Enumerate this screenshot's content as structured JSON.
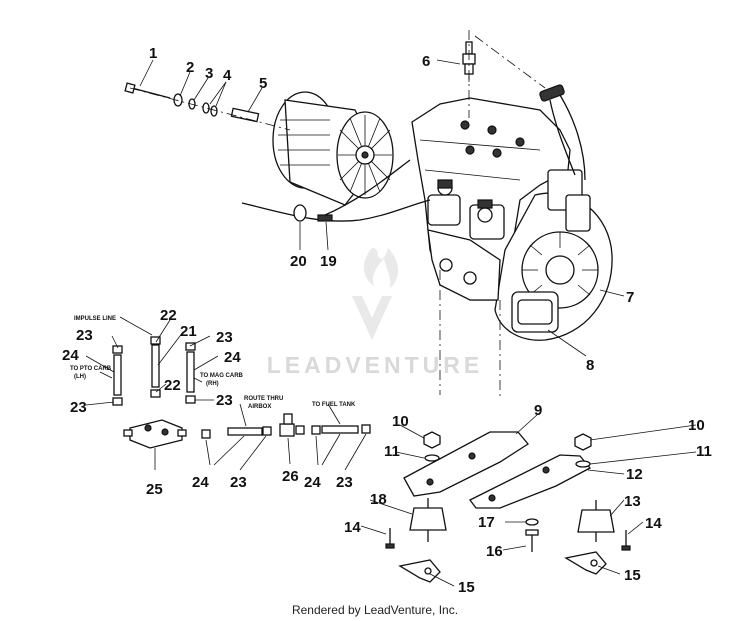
{
  "diagram": {
    "callouts": [
      {
        "id": "c1",
        "text": "1"
      },
      {
        "id": "c2",
        "text": "2"
      },
      {
        "id": "c3",
        "text": "3"
      },
      {
        "id": "c4",
        "text": "4"
      },
      {
        "id": "c5",
        "text": "5"
      },
      {
        "id": "c6",
        "text": "6"
      },
      {
        "id": "c7",
        "text": "7"
      },
      {
        "id": "c8",
        "text": "8"
      },
      {
        "id": "c9",
        "text": "9"
      },
      {
        "id": "c10a",
        "text": "10"
      },
      {
        "id": "c10b",
        "text": "10"
      },
      {
        "id": "c11a",
        "text": "11"
      },
      {
        "id": "c11b",
        "text": "11"
      },
      {
        "id": "c12",
        "text": "12"
      },
      {
        "id": "c13",
        "text": "13"
      },
      {
        "id": "c14a",
        "text": "14"
      },
      {
        "id": "c14b",
        "text": "14"
      },
      {
        "id": "c15a",
        "text": "15"
      },
      {
        "id": "c15b",
        "text": "15"
      },
      {
        "id": "c16",
        "text": "16"
      },
      {
        "id": "c17",
        "text": "17"
      },
      {
        "id": "c18",
        "text": "18"
      },
      {
        "id": "c19",
        "text": "19"
      },
      {
        "id": "c20",
        "text": "20"
      },
      {
        "id": "c21",
        "text": "21"
      },
      {
        "id": "c22a",
        "text": "22"
      },
      {
        "id": "c22b",
        "text": "22"
      },
      {
        "id": "c23a",
        "text": "23"
      },
      {
        "id": "c23b",
        "text": "23"
      },
      {
        "id": "c23c",
        "text": "23"
      },
      {
        "id": "c23d",
        "text": "23"
      },
      {
        "id": "c23e",
        "text": "23"
      },
      {
        "id": "c23f",
        "text": "23"
      },
      {
        "id": "c24a",
        "text": "24"
      },
      {
        "id": "c24b",
        "text": "24"
      },
      {
        "id": "c24c",
        "text": "24"
      },
      {
        "id": "c24d",
        "text": "24"
      },
      {
        "id": "c25",
        "text": "25"
      },
      {
        "id": "c26",
        "text": "26"
      }
    ],
    "annotations": {
      "impulse_line": "IMPULSE LINE",
      "to_pto_carb_1": "TO PTO CARB",
      "to_pto_carb_2": "(LH)",
      "to_mag_carb_1": "TO MAG CARB",
      "to_mag_carb_2": "(RH)",
      "route_thru_1": "ROUTE THRU",
      "route_thru_2": "AIRBOX",
      "to_fuel_tank": "TO FUEL TANK"
    }
  },
  "watermark": "LEADVENTURE",
  "footer": "Rendered by LeadVenture, Inc."
}
